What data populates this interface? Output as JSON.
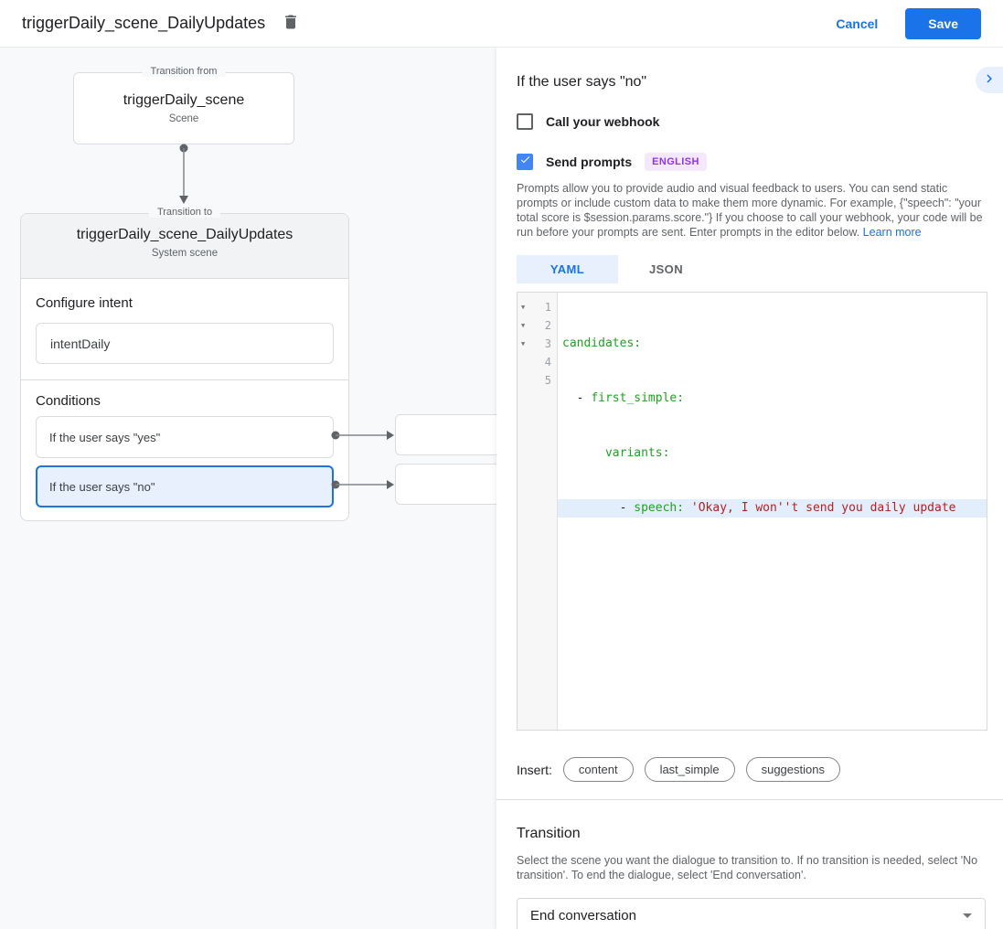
{
  "header": {
    "title": "triggerDaily_scene_DailyUpdates",
    "cancel_label": "Cancel",
    "save_label": "Save"
  },
  "canvas": {
    "transition_from": {
      "legend": "Transition from",
      "title": "triggerDaily_scene",
      "subtitle": "Scene"
    },
    "transition_to": {
      "legend": "Transition to",
      "title": "triggerDaily_scene_DailyUpdates",
      "subtitle": "System scene",
      "configure_intent_label": "Configure intent",
      "intent_value": "intentDaily",
      "conditions_label": "Conditions",
      "conditions": [
        {
          "label": "If the user says \"yes\"",
          "selected": false
        },
        {
          "label": "If the user says \"no\"",
          "selected": true
        }
      ]
    }
  },
  "panel": {
    "title": "If the user says \"no\"",
    "webhook": {
      "label": "Call your webhook",
      "checked": false
    },
    "send_prompts": {
      "label": "Send prompts",
      "badge": "ENGLISH",
      "checked": true
    },
    "description": "Prompts allow you to provide audio and visual feedback to users. You can send static prompts or include custom data to make them more dynamic. For example, {\"speech\": \"your total score is $session.params.score.\"} If you choose to call your webhook, your code will be run before your prompts are sent. Enter prompts in the editor below. ",
    "learn_more": "Learn more",
    "tabs": [
      {
        "label": "YAML",
        "active": true
      },
      {
        "label": "JSON",
        "active": false
      }
    ],
    "editor": {
      "lines": [
        {
          "number": 1,
          "pre": "",
          "key": "candidates:",
          "str": ""
        },
        {
          "number": 2,
          "pre": "  - ",
          "key": "first_simple:",
          "str": ""
        },
        {
          "number": 3,
          "pre": "      ",
          "key": "variants:",
          "str": ""
        },
        {
          "number": 4,
          "pre": "        - ",
          "key": "speech: ",
          "str": "'Okay, I won''t send you daily update"
        },
        {
          "number": 5,
          "pre": "",
          "key": "",
          "str": ""
        }
      ],
      "highlighted_line": 4
    },
    "insert": {
      "label": "Insert:",
      "chips": [
        "content",
        "last_simple",
        "suggestions"
      ]
    },
    "transition": {
      "heading": "Transition",
      "description": "Select the scene you want the dialogue to transition to. If no transition is needed, select 'No transition'. To end the dialogue, select 'End conversation'.",
      "value": "End conversation"
    }
  },
  "colors": {
    "accent": "#1a73e8",
    "checkbox_checked": "#4285f4",
    "selected_condition_bg": "#e8f0fe",
    "badge_bg": "#f4e8fd",
    "badge_text": "#9334e6",
    "code_key": "#23a023",
    "code_string": "#b22222",
    "canvas_bg": "#f8f9fa"
  }
}
